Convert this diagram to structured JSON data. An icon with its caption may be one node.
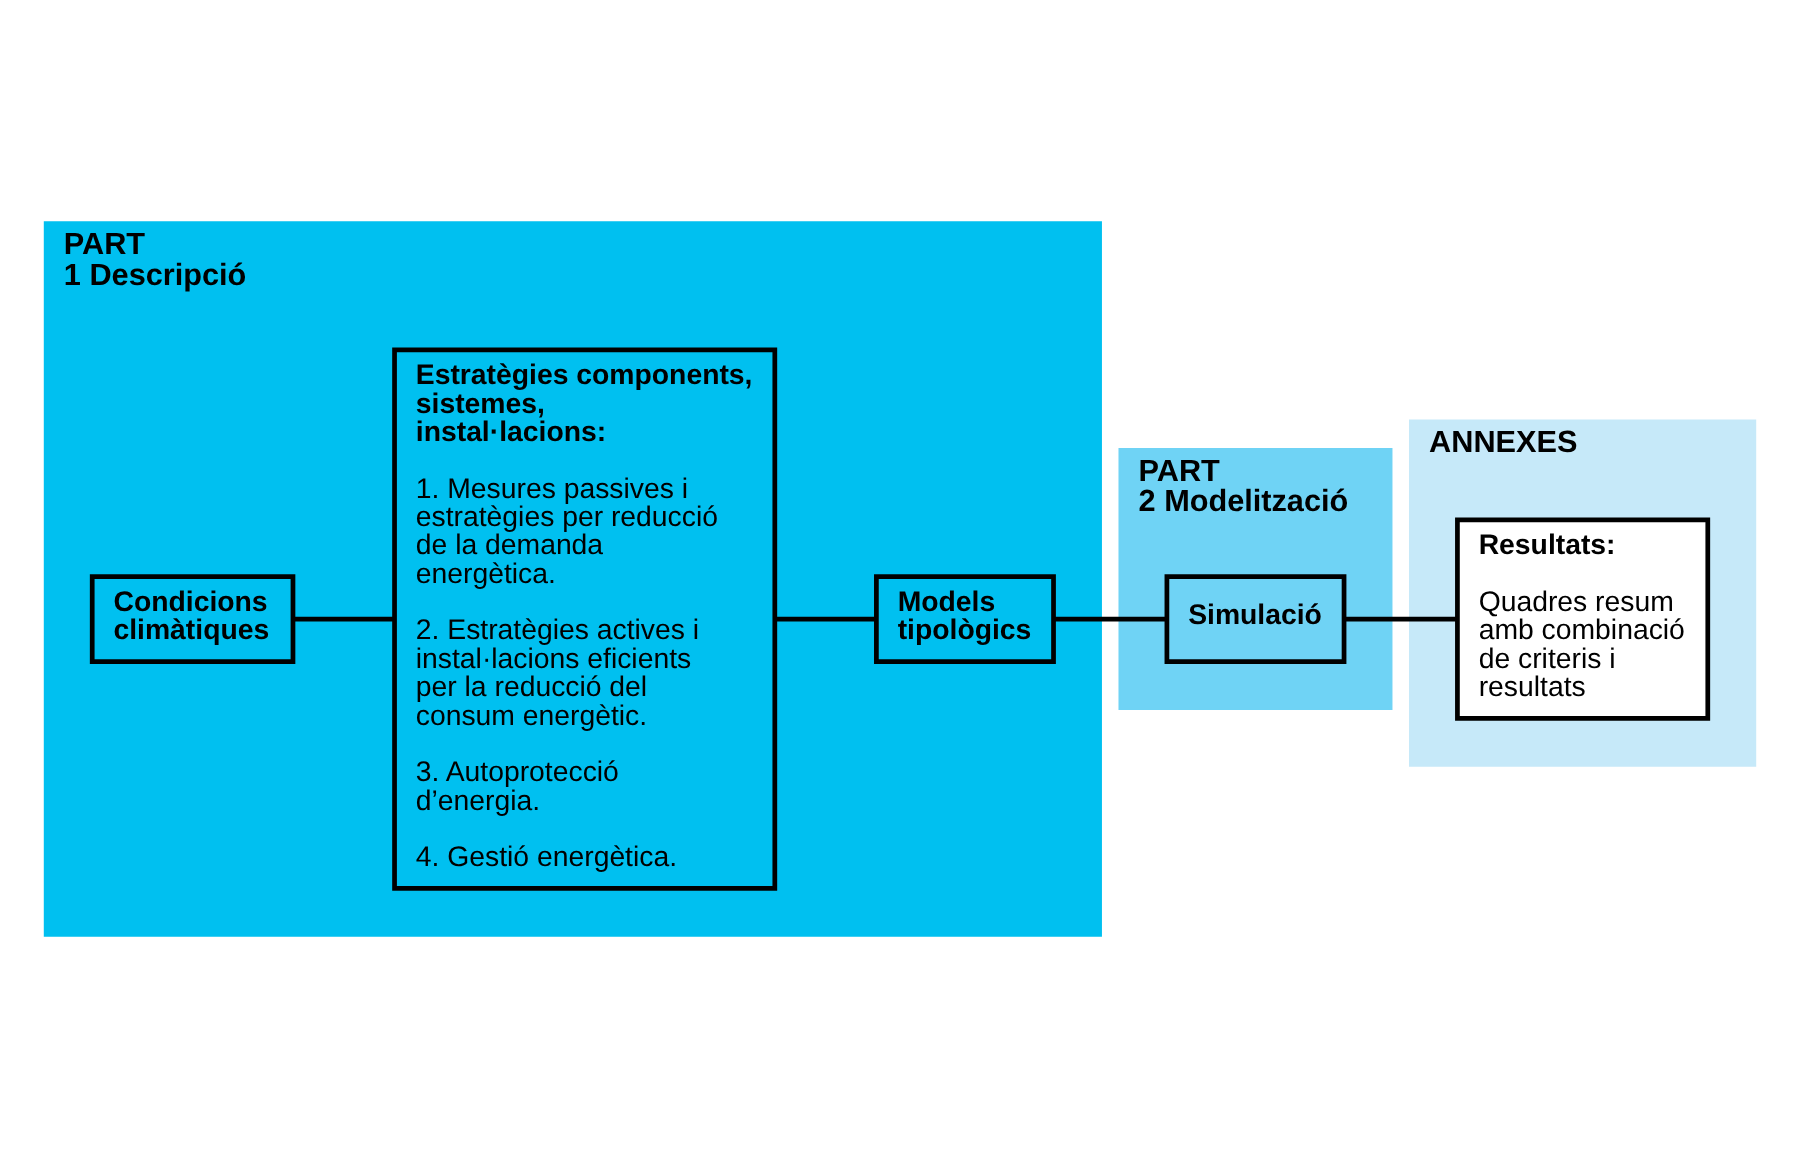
{
  "diagram": {
    "nodes": [
      {
        "text": [
          "PART 1 Descripció"
        ]
      },
      {
        "text": [
          "Condicions climàtiques"
        ],
        "in": 0
      },
      {
        "text": [
          "Estratègies components, sistemes, instal·lacions:",
          "1. Mesures passives i estratègies per reducció de la demanda energètica.",
          "2. Estratègies actives i instal·lacions eficients per la reducció del consum energètic.",
          "3. Autoprotecció d’energia.",
          "4. Gestió energètica."
        ],
        "in": 0
      },
      {
        "text": [
          "Models tipològics"
        ],
        "in": 0
      },
      {
        "text": [
          "PART 2 Modelització"
        ]
      },
      {
        "text": [
          "Simulació"
        ],
        "in": 4
      },
      {
        "text": [
          "ANNEXES"
        ]
      },
      {
        "text": [
          "Resultats:",
          "Quadres resum amb combinació de criteris i resultats"
        ],
        "in": 6
      }
    ],
    "edges": [
      {
        "from": 1,
        "to": 2,
        "arrow": "none"
      },
      {
        "from": 2,
        "to": 3,
        "arrow": "none"
      },
      {
        "from": 3,
        "to": 5,
        "arrow": "none"
      },
      {
        "from": 5,
        "to": 7,
        "arrow": "none"
      }
    ]
  }
}
